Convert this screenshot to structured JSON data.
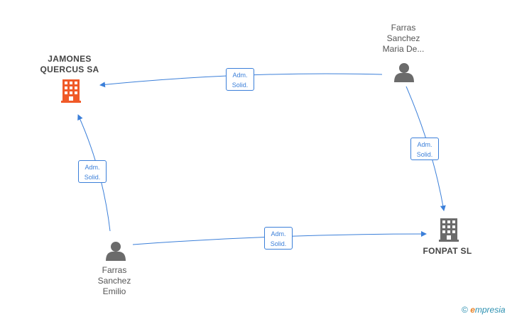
{
  "nodes": {
    "jamones": {
      "label_line1": "JAMONES",
      "label_line2": "QUERCUS SA",
      "type": "company",
      "color": "#f05a28"
    },
    "fonpat": {
      "label": "FONPAT SL",
      "type": "company",
      "color": "#6b6b6b"
    },
    "maria": {
      "label_line1": "Farras",
      "label_line2": "Sanchez",
      "label_line3": "Maria De...",
      "type": "person",
      "color": "#6b6b6b"
    },
    "emilio": {
      "label_line1": "Farras",
      "label_line2": "Sanchez",
      "label_line3": "Emilio",
      "type": "person",
      "color": "#6b6b6b"
    }
  },
  "edges": [
    {
      "from": "maria",
      "to": "jamones",
      "label_line1": "Adm.",
      "label_line2": "Solid."
    },
    {
      "from": "maria",
      "to": "fonpat",
      "label_line1": "Adm.",
      "label_line2": "Solid."
    },
    {
      "from": "emilio",
      "to": "jamones",
      "label_line1": "Adm.",
      "label_line2": "Solid."
    },
    {
      "from": "emilio",
      "to": "fonpat",
      "label_line1": "Adm.",
      "label_line2": "Solid."
    }
  ],
  "edge_color": "#3b7fd9",
  "footer": {
    "copyright_symbol": "©",
    "brand_e": "e",
    "brand_rest": "mpresia"
  }
}
